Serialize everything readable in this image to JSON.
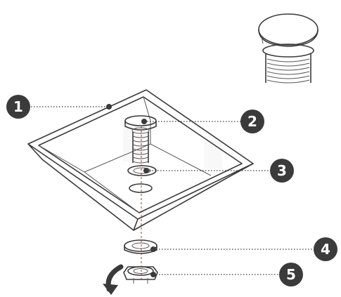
{
  "callouts": [
    {
      "number": "1",
      "part": "basin"
    },
    {
      "number": "2",
      "part": "pop-up-waste-plug"
    },
    {
      "number": "3",
      "part": "top-sealing-washer"
    },
    {
      "number": "4",
      "part": "bottom-sealing-washer"
    },
    {
      "number": "5",
      "part": "locking-nut"
    }
  ],
  "colors": {
    "outline": "#3a3a3a",
    "badge": "#3b3b3b",
    "badge_text": "#ffffff",
    "axis": "#d02020",
    "background": "#ffffff"
  },
  "icons": {
    "rotation": "curved-arrow-icon"
  }
}
